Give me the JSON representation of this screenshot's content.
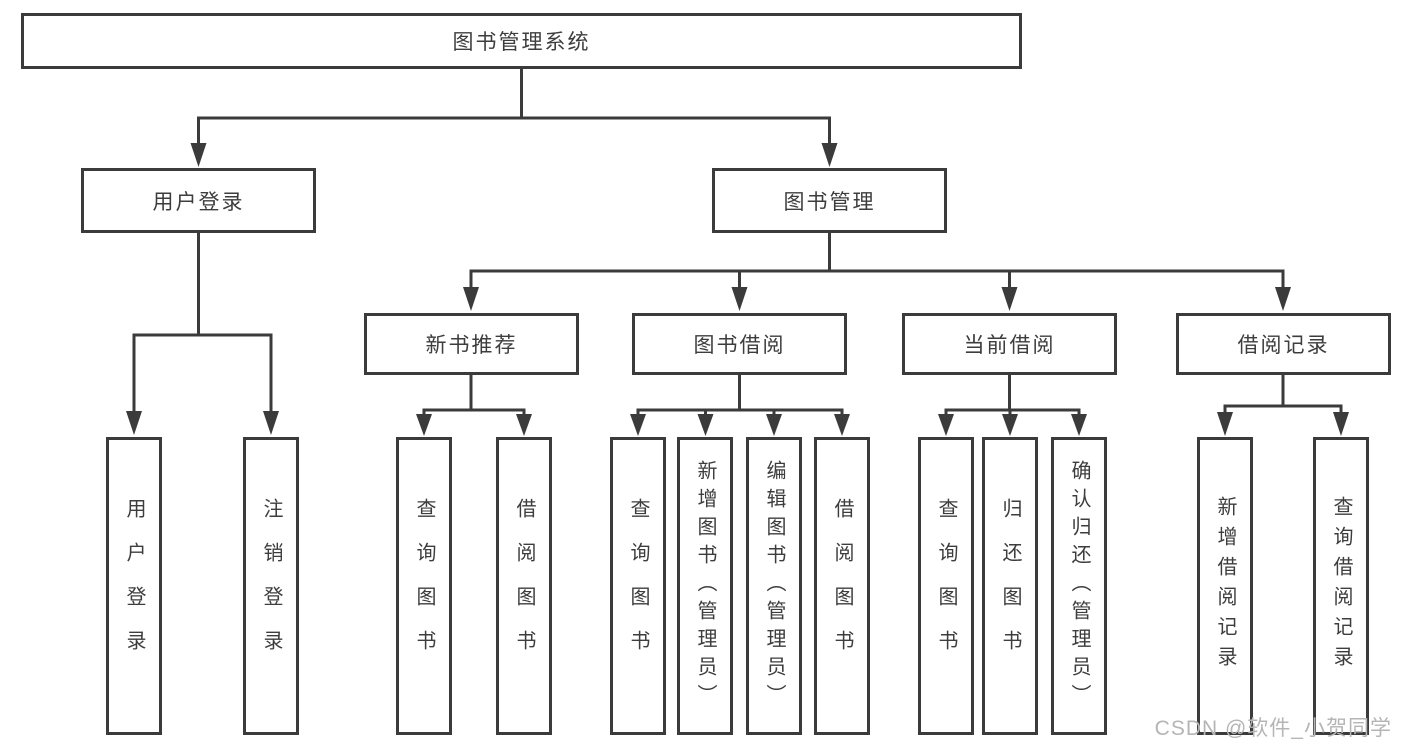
{
  "diagram": {
    "root": {
      "label": "图书管理系统"
    },
    "level2": [
      {
        "label": "用户登录"
      },
      {
        "label": "图书管理"
      }
    ],
    "level3": [
      {
        "label": "新书推荐"
      },
      {
        "label": "图书借阅"
      },
      {
        "label": "当前借阅"
      },
      {
        "label": "借阅记录"
      }
    ],
    "level4": {
      "user_login": [
        {
          "label": "用户登录"
        },
        {
          "label": "注销登录"
        }
      ],
      "new_books": [
        {
          "label": "查询图书"
        },
        {
          "label": "借阅图书"
        }
      ],
      "book_borrow": [
        {
          "label": "查询图书"
        },
        {
          "label": "新增图书（管理员）"
        },
        {
          "label": "编辑图书（管理员）"
        },
        {
          "label": "借阅图书"
        }
      ],
      "current_borrow": [
        {
          "label": "查询图书"
        },
        {
          "label": "归还图书"
        },
        {
          "label": "确认归还（管理员）"
        }
      ],
      "borrow_records": [
        {
          "label": "新增借阅记录"
        },
        {
          "label": "查询借阅记录"
        }
      ]
    }
  },
  "watermark": {
    "text": "CSDN @软件_小贺同学"
  },
  "colors": {
    "line": "#3b3b3b",
    "text": "#3d3d3d",
    "watermark": "#b5b5b5",
    "background": "#ffffff"
  }
}
